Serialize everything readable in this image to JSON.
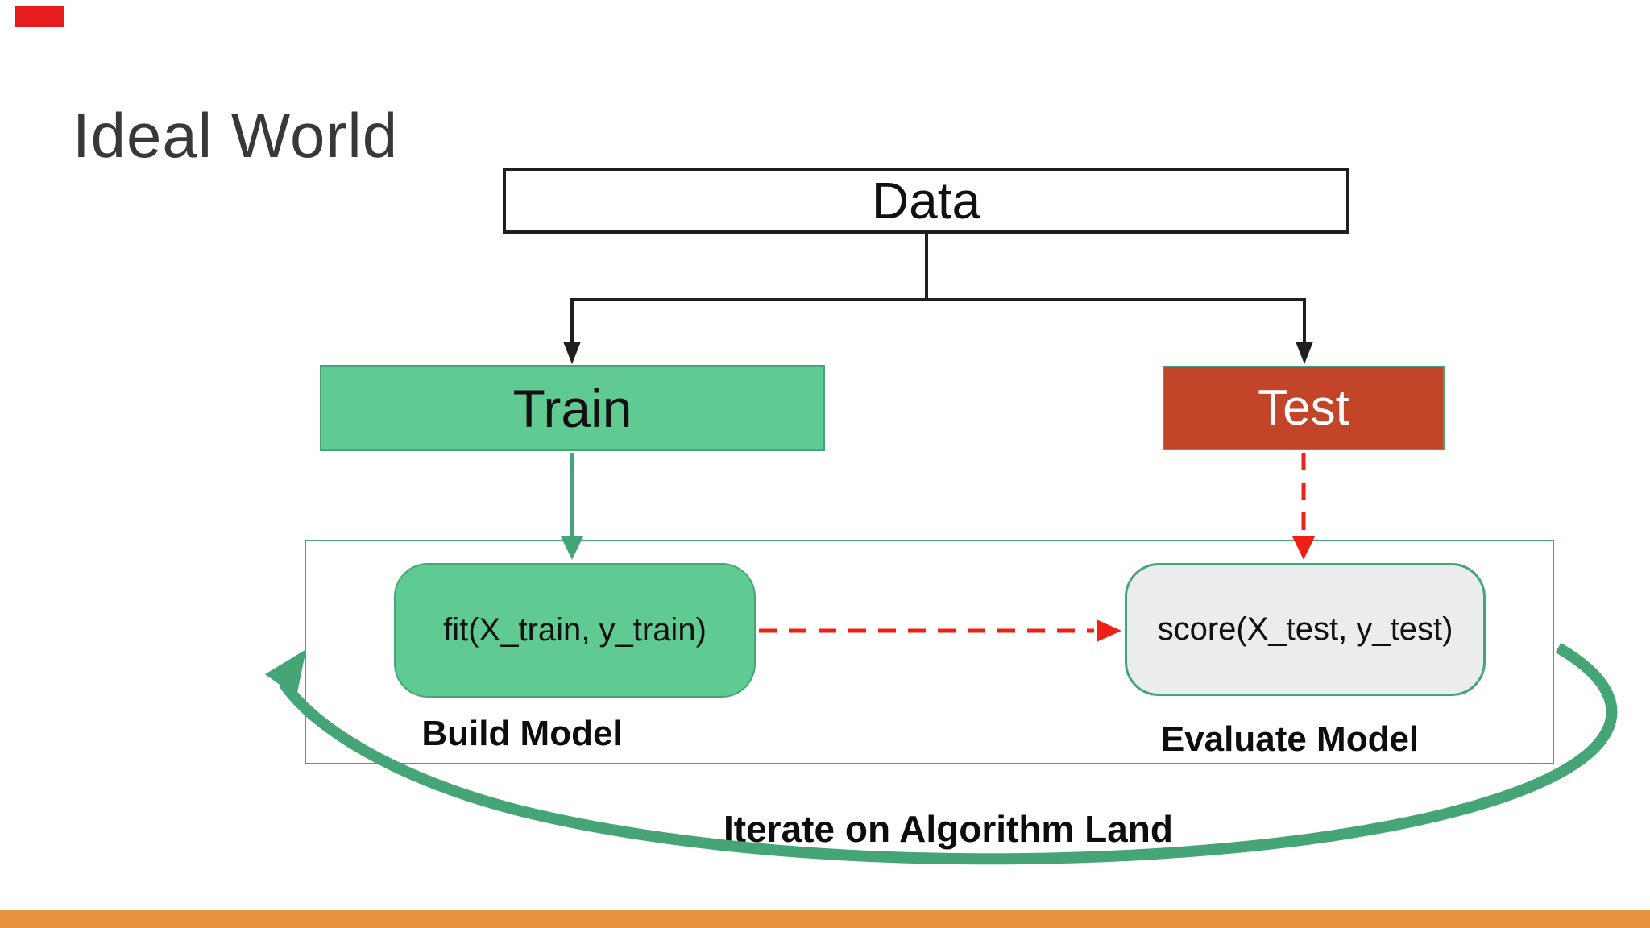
{
  "slide": {
    "title": "Ideal World",
    "labels": {
      "data": "Data",
      "train": "Train",
      "test": "Test",
      "fit": "fit(X_train, y_train)",
      "score": "score(X_test, y_test)",
      "build": "Build Model",
      "evaluate": "Evaluate Model",
      "iterate": "Iterate on Algorithm Land"
    },
    "colors": {
      "train-green": "#5fcb93",
      "green-line": "#46a577",
      "test-red": "#c2452a",
      "arrow-red": "#ee2016",
      "score-gray": "#ebedec",
      "accent-orange": "#e9923e",
      "marker-red": "#e81c1c",
      "line-black": "#1f1f1f",
      "title-gray": "#383838"
    }
  }
}
